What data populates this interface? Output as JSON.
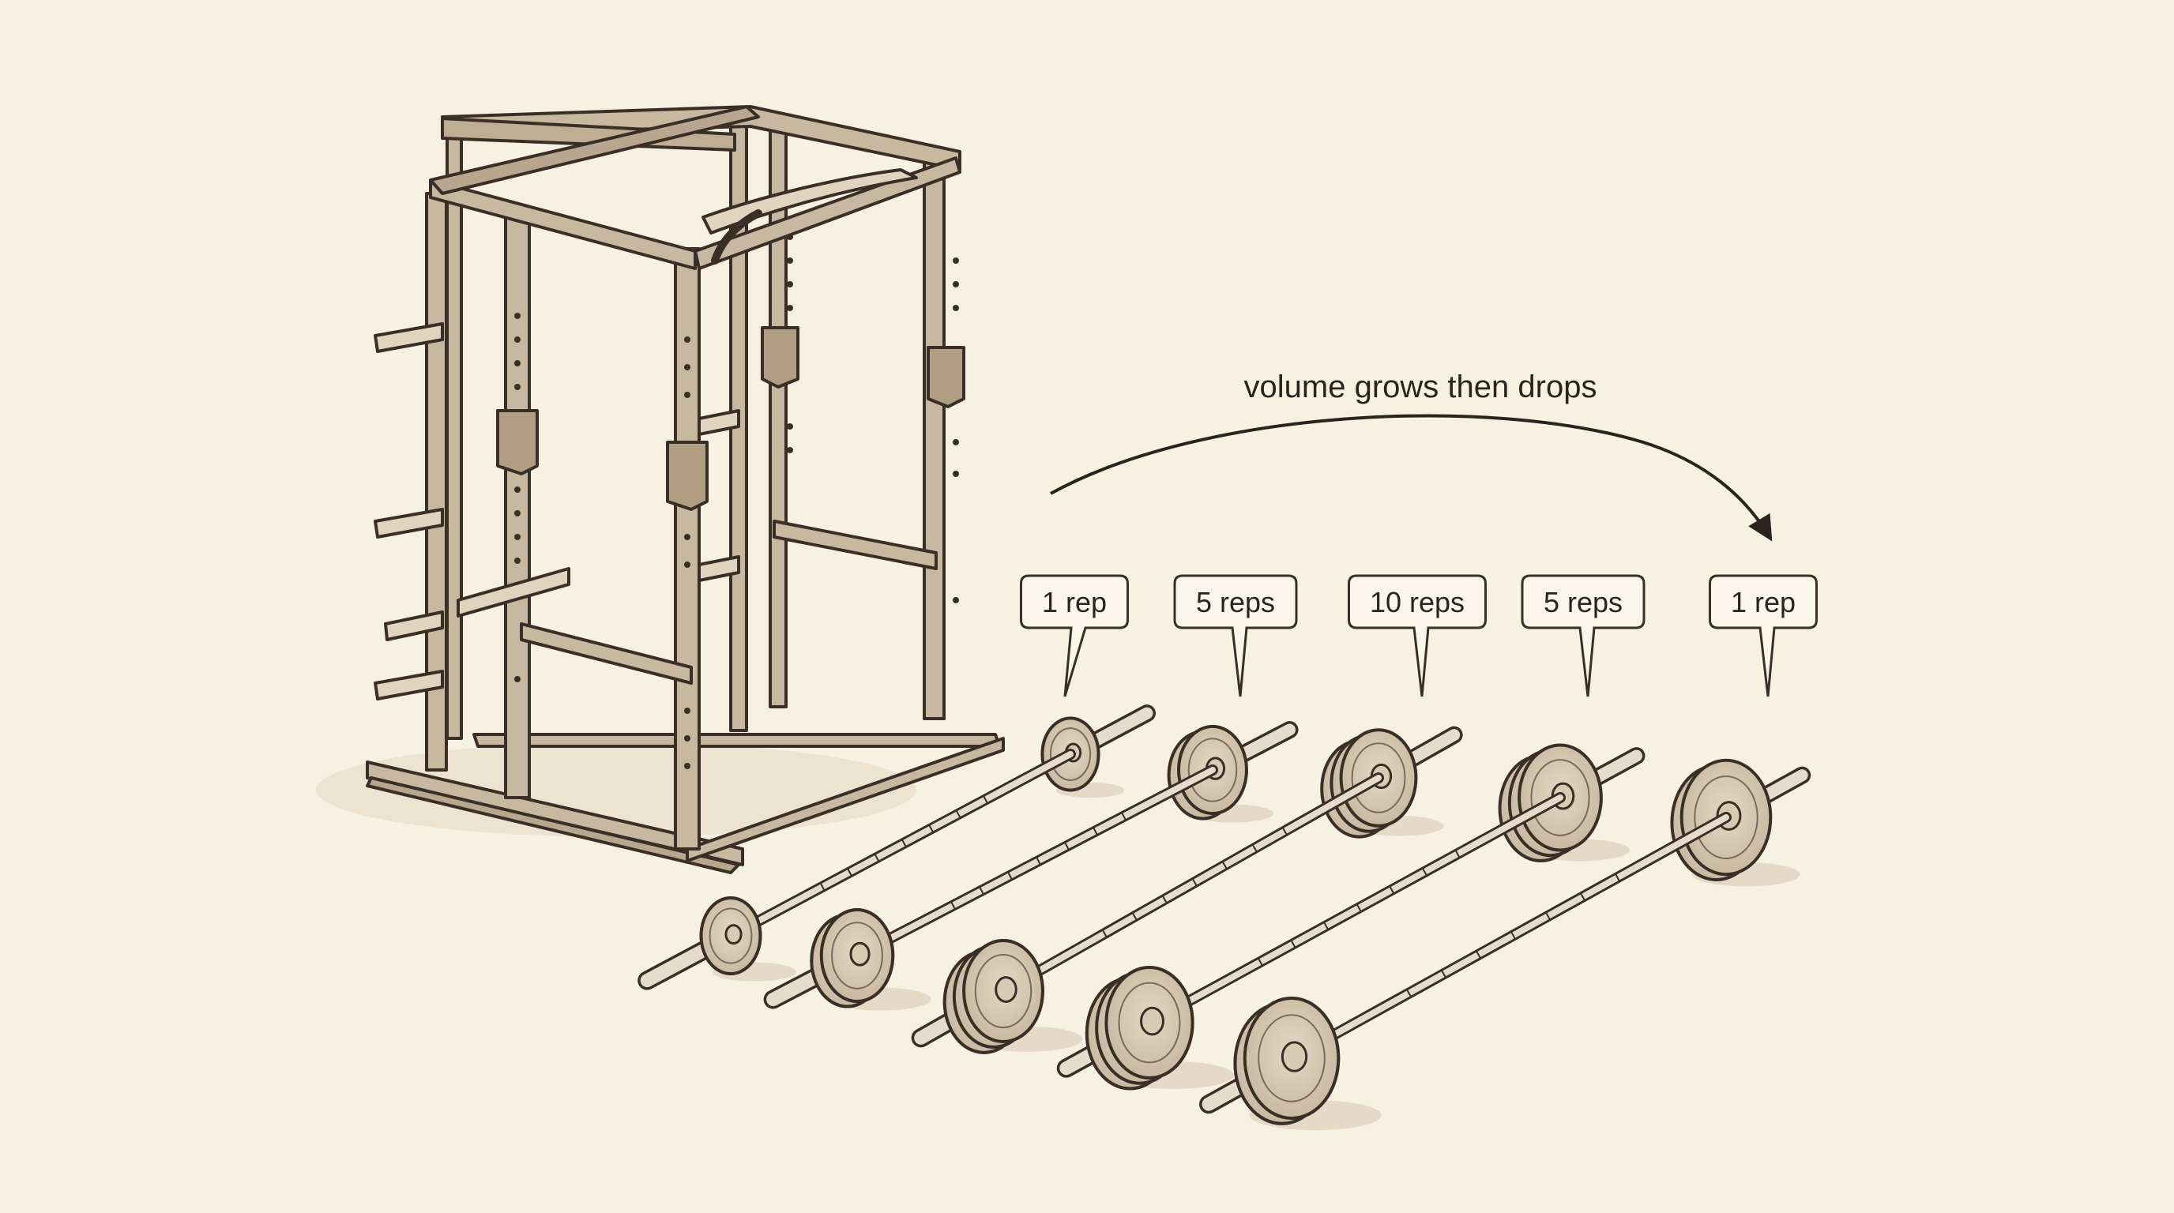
{
  "annotation": "volume grows then drops",
  "sets": [
    {
      "label": "1 rep",
      "reps": 1,
      "plates": 1
    },
    {
      "label": "5 reps",
      "reps": 5,
      "plates": 2
    },
    {
      "label": "10 reps",
      "reps": 10,
      "plates": 3
    },
    {
      "label": "5 reps",
      "reps": 5,
      "plates": 3
    },
    {
      "label": "1 rep",
      "reps": 1,
      "plates": 2
    }
  ],
  "colors": {
    "background": "#f7f1e2",
    "ink": "#3a2f26",
    "rack_fill": "#c9b8a0",
    "plate_fill": "#d8cab3",
    "bar_fill": "#e6dccb"
  },
  "icons": [
    "power-rack-icon",
    "barbell-icon",
    "curved-arrow-icon"
  ]
}
